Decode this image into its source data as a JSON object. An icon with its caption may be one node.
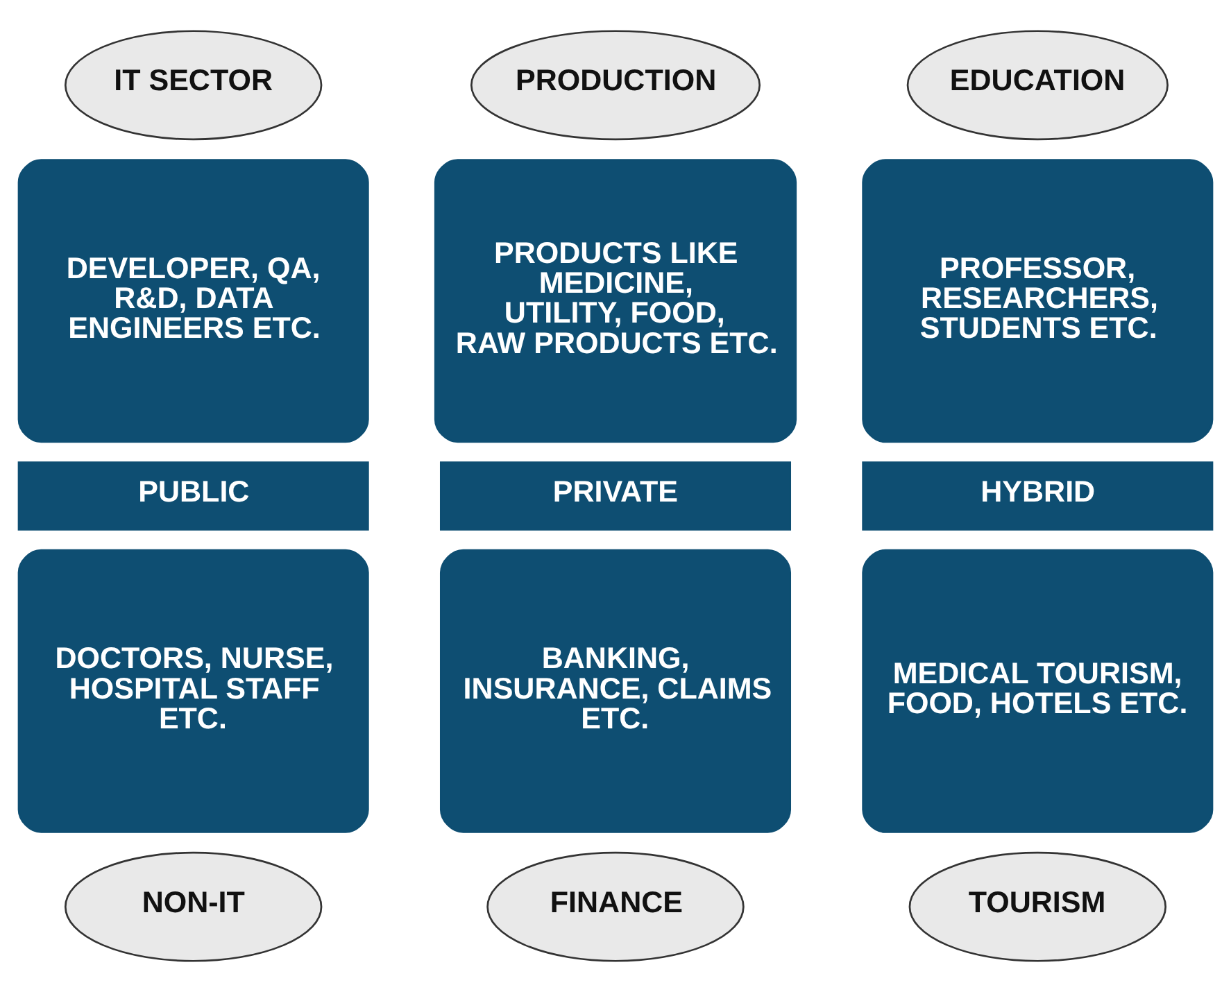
{
  "diagram": {
    "nodes": [
      {
        "text": [
          "IT SECTOR"
        ]
      },
      {
        "text": [
          "PRODUCTION"
        ]
      },
      {
        "text": [
          "EDUCATION"
        ]
      },
      {
        "text": [
          "DEVELOPER, QA, R&D, DATA ENGINEERS ETC."
        ]
      },
      {
        "text": [
          "PRODUCTS LIKE MEDICINE, UTILITY, FOOD, RAW PRODUCTS ETC."
        ]
      },
      {
        "text": [
          "PROFESSOR, RESEARCHERS, STUDENTS ETC."
        ]
      },
      {
        "text": [
          "PUBLIC"
        ]
      },
      {
        "text": [
          "PRIVATE"
        ]
      },
      {
        "text": [
          "HYBRID"
        ]
      },
      {
        "text": [
          "DOCTORS, NURSE, HOSPITAL STAFF ETC."
        ]
      },
      {
        "text": [
          "BANKING, INSURANCE, CLAIMS ETC."
        ]
      },
      {
        "text": [
          "MEDICAL TOURISM, FOOD, HOTELS ETC."
        ]
      },
      {
        "text": [
          "NON-IT"
        ]
      },
      {
        "text": [
          "FINANCE"
        ]
      },
      {
        "text": [
          "TOURISM"
        ]
      }
    ]
  }
}
